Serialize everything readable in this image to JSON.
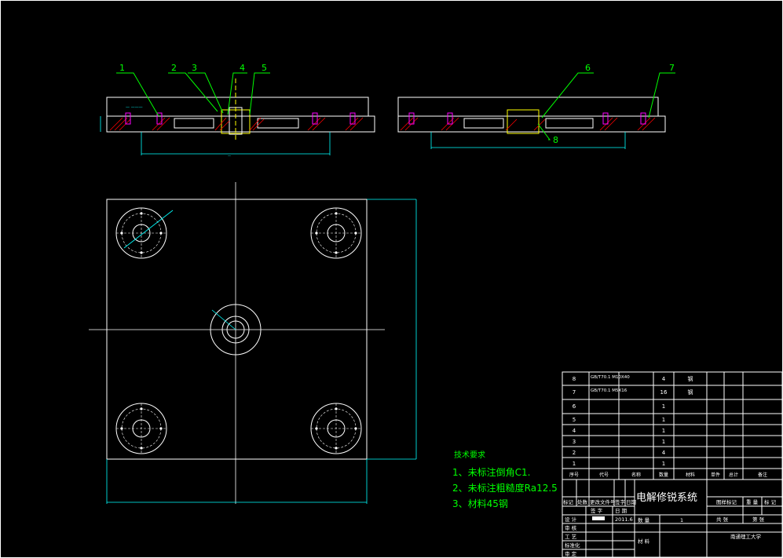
{
  "balloons": [
    "1",
    "2",
    "3",
    "4",
    "5",
    "6",
    "7",
    "8"
  ],
  "notes": {
    "title": "技术要求",
    "lines": [
      "1、未标注倒角C1.",
      "2、未标注粗糙度Ra12.5",
      "3、材料45钢"
    ]
  },
  "parts_list": {
    "rows": [
      {
        "no": "8",
        "std": "GB/T70.1 M10X40",
        "qty": "4",
        "mat": "钢"
      },
      {
        "no": "7",
        "std": "GB/T70.1 M5X16",
        "qty": "16",
        "mat": "钢"
      },
      {
        "no": "6",
        "std": "",
        "qty": "1",
        "mat": ""
      },
      {
        "no": "5",
        "std": "",
        "qty": "1",
        "mat": ""
      },
      {
        "no": "4",
        "std": "",
        "qty": "1",
        "mat": ""
      },
      {
        "no": "3",
        "std": "",
        "qty": "1",
        "mat": ""
      },
      {
        "no": "2",
        "std": "",
        "qty": "4",
        "mat": ""
      },
      {
        "no": "1",
        "std": "",
        "qty": "1",
        "mat": ""
      }
    ],
    "header": [
      "序号",
      "代号",
      "名称",
      "数量",
      "材料",
      "单件",
      "总计",
      "备注"
    ]
  },
  "title_block": {
    "drawing_name": "电解修锐系统",
    "rev_labels": [
      "标记",
      "处数",
      "更改文件号",
      "签字",
      "日期"
    ],
    "row_labels": [
      "设 计",
      "审 核",
      "工 艺",
      "标准化",
      "审 定"
    ],
    "sign_labels": [
      "签 字",
      "日 期"
    ],
    "date": "2011.6",
    "qty_label": "数 量",
    "qty": "1",
    "material_label": "材 料",
    "stage_label": "图样标记",
    "weight_label": "重 量",
    "scale_label": "标 记",
    "sheets_total": "共 张",
    "sheet_no": "第 张",
    "school": "南通理工大学"
  },
  "colors": {
    "outline": "#ffffff",
    "dim": "#00ffff",
    "leader": "#00ff00",
    "hatch": "#ff0000",
    "notes": "#00ff00",
    "magenta": "#ff00ff",
    "yellow": "#ffff00"
  }
}
